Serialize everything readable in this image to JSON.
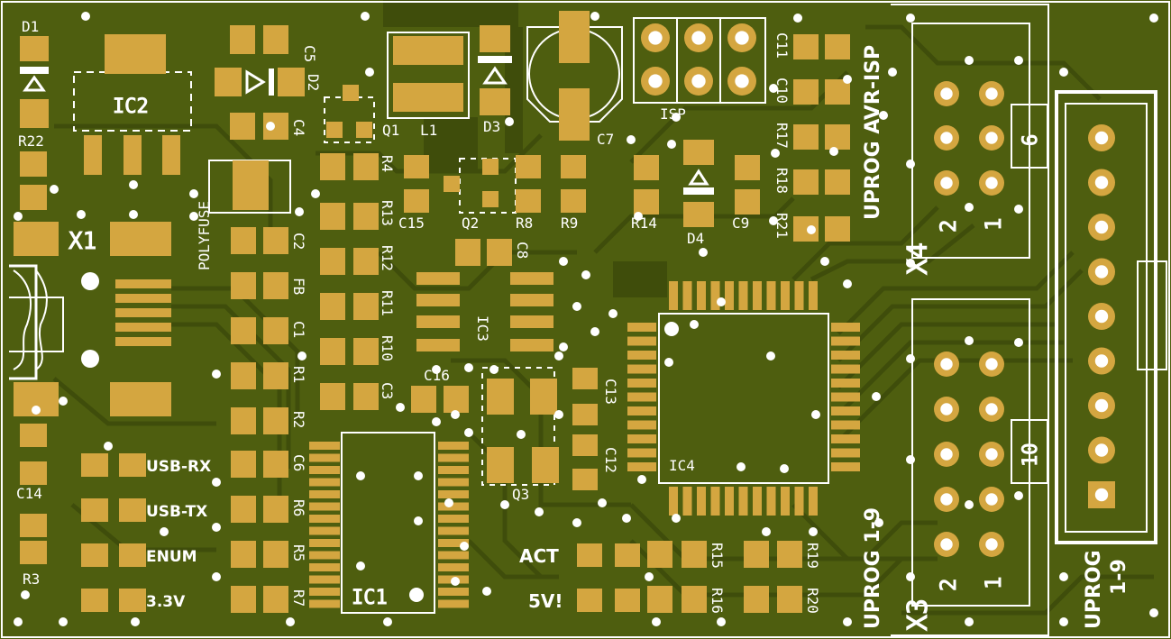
{
  "colors": {
    "board": "#4e5e0f",
    "pour": "#556611",
    "trace": "#3f4d0b",
    "pad": "#d4a640",
    "pad_dark": "#b88a2a",
    "silk": "#ffffff",
    "hole": "#ffffff"
  },
  "labels": {
    "d1": "D1",
    "d2": "D2",
    "d3": "D3",
    "d4": "D4",
    "ic1": "IC1",
    "ic2": "IC2",
    "ic3": "IC3",
    "ic4": "IC4",
    "q1": "Q1",
    "q2": "Q2",
    "q3": "Q3",
    "l1": "L1",
    "x1": "X1",
    "x3": "X3",
    "x4": "X4",
    "r1": "R1",
    "r2": "R2",
    "r3": "R3",
    "r4": "R4",
    "r5": "R5",
    "r6": "R6",
    "r7": "R7",
    "r8": "R8",
    "r9": "R9",
    "r10": "R10",
    "r11": "R11",
    "r12": "R12",
    "r13": "R13",
    "r14": "R14",
    "r15": "R15",
    "r16": "R16",
    "r17": "R17",
    "r18": "R18",
    "r19": "R19",
    "r20": "R20",
    "r21": "R21",
    "r22": "R22",
    "c1": "C1",
    "c2": "C2",
    "c3": "C3",
    "c4": "C4",
    "c5": "C5",
    "c6": "C6",
    "c7": "C7",
    "c8": "C8",
    "c9": "C9",
    "c10": "C10",
    "c11": "C11",
    "c12": "C12",
    "c13": "C13",
    "c14": "C14",
    "c15": "C15",
    "c16": "C16",
    "fb": "FB",
    "polyfuse": "POLYFUSE",
    "isp": "ISP",
    "usb_rx": "USB-RX",
    "usb_tx": "USB-TX",
    "enum": "ENUM",
    "v33": "3.3V",
    "act": "ACT",
    "v5": "5V!",
    "uprog_isp": "UPROG AVR-ISP",
    "uprog_19a": "UPROG 1-9",
    "uprog_19b": "UPROG",
    "uprog_19c": "1-9",
    "pin2a": "2",
    "pin1a": "1",
    "pin6": "6",
    "pin2b": "2",
    "pin1b": "1",
    "pin10": "10"
  }
}
